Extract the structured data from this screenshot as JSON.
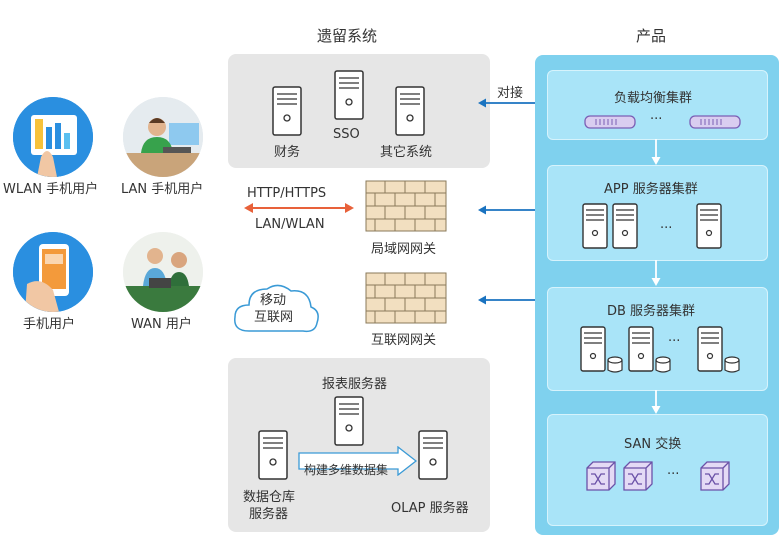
{
  "legacy": {
    "title": "遗留系统",
    "servers": [
      "财务",
      "SSO",
      "其它系统"
    ],
    "docking": "对接"
  },
  "product": {
    "title": "产品",
    "load_balancer": "负载均衡集群",
    "app_cluster": "APP 服务器集群",
    "db_cluster": "DB 服务器集群",
    "san": "SAN 交换",
    "ellipsis": "···"
  },
  "users": [
    "WLAN 手机用户",
    "LAN 手机用户",
    "手机用户",
    "WAN 用户"
  ],
  "network": {
    "protocol1": "HTTP/HTTPS",
    "protocol2": "LAN/WLAN",
    "lan_gateway": "局域网网关",
    "cloud": "移动\n互联网",
    "internet_gateway": "互联网网关"
  },
  "report": {
    "title": "报表服务器",
    "warehouse": "数据仓库\n服务器",
    "arrow_label": "构建多维数据集",
    "olap": "OLAP 服务器"
  },
  "colors": {
    "blue_panel": "#7fd1ee",
    "blue_box": "#a9e4f8",
    "gray_panel": "#e6e6e6",
    "arrow_blue": "#1a73c0",
    "arrow_orange": "#e8613a"
  }
}
